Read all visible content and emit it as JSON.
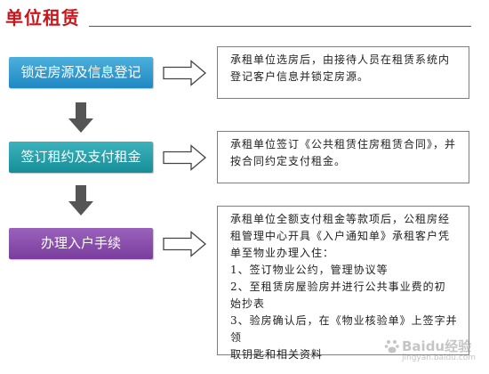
{
  "header": {
    "title": "单位租赁"
  },
  "steps": [
    {
      "label": "锁定房源及信息登记",
      "color": "#2a93c9"
    },
    {
      "label": "签订租约及支付租金",
      "color": "#1e9aa4"
    },
    {
      "label": "办理入户手续",
      "color": "#8a4cae"
    }
  ],
  "details": [
    {
      "lines": [
        "承租单位选房后，由接待人员在租赁系统内",
        "登记客户信息并锁定房源。"
      ]
    },
    {
      "lines": [
        "承租单位签订《公共租赁住房租赁合同》，并",
        "按合同约定支付租金。"
      ]
    },
    {
      "lines": [
        "承租单位全额支付租金等款项后，公租房经",
        "租管理中心开具《入户通知单》承租客户凭",
        "单至物业办理入住：",
        "1、签订物业公约，管理协议等",
        "2、至租赁房屋验房并进行公共事业费的初",
        "始抄表",
        "3、验房确认后，在《物业核验单》上签字并领",
        "取钥匙和相关资料"
      ]
    }
  ],
  "watermark": {
    "text": "Baidu经验",
    "url": "jingyan.baidu.com"
  },
  "colors": {
    "title": "#c8161d",
    "down_arrow": "#555555",
    "box_border": "#7f7f7f"
  }
}
